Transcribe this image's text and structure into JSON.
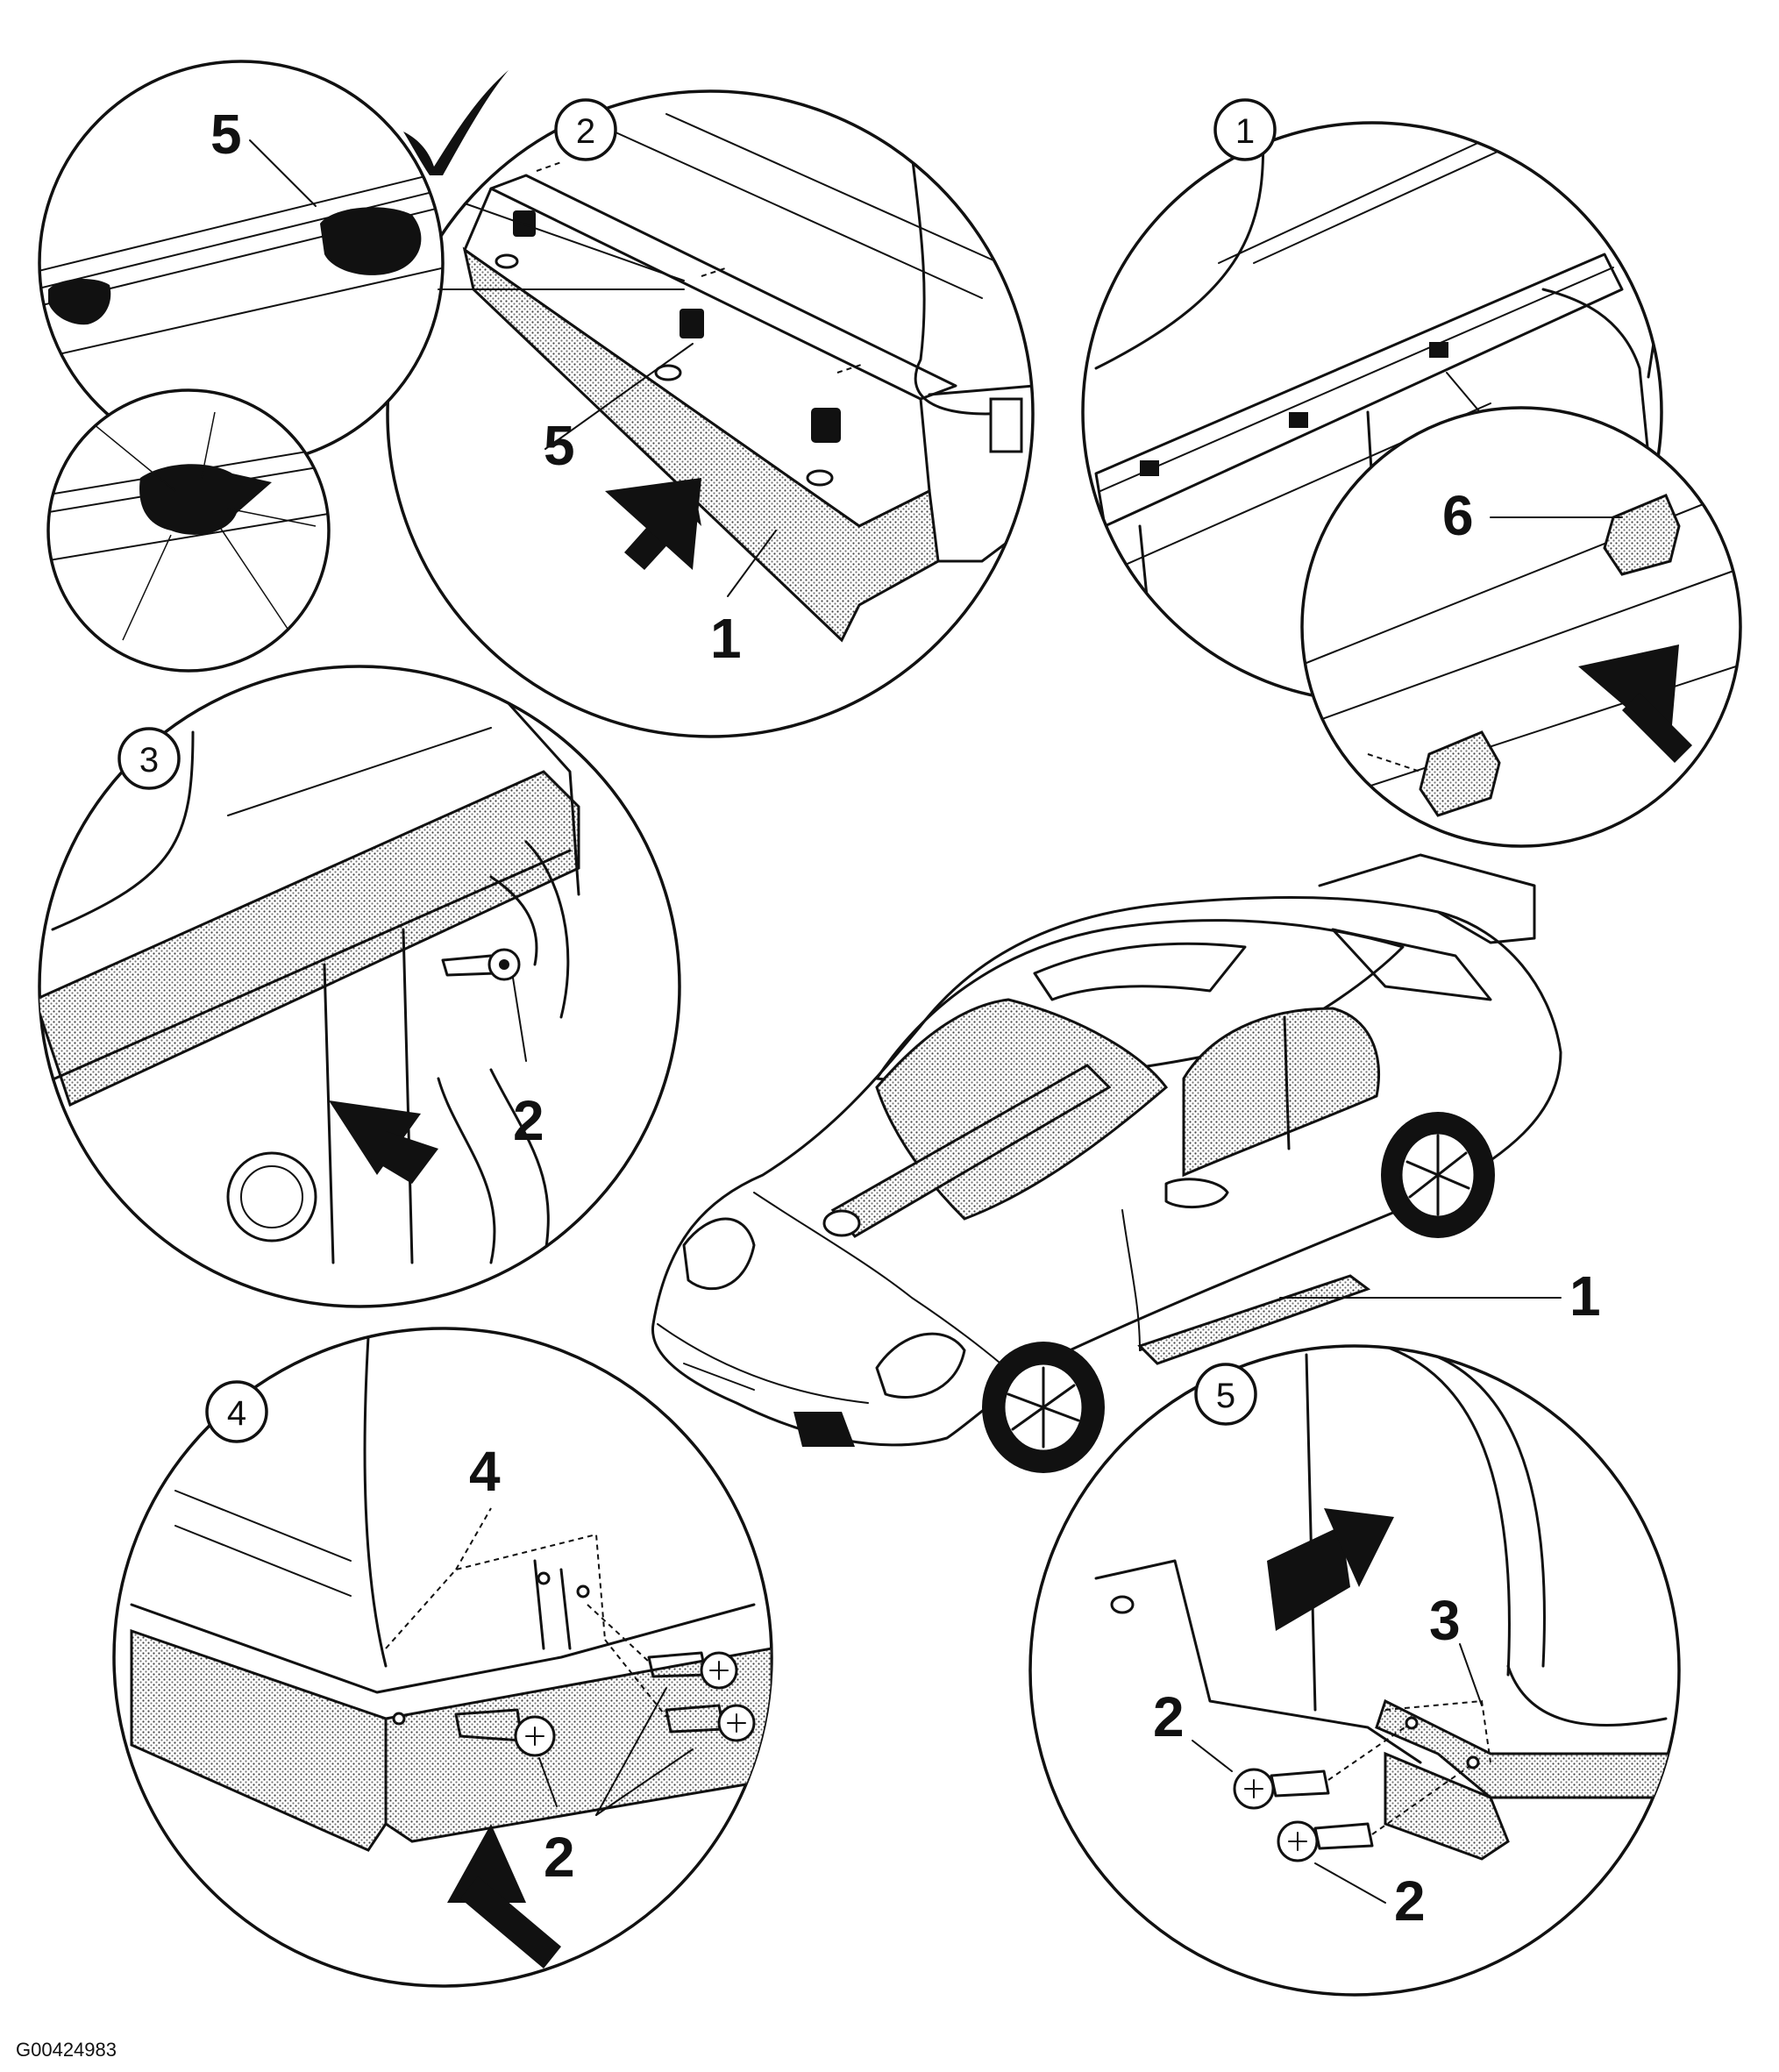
{
  "figure_id": "G00424983",
  "callouts": {
    "d2_part5_top": "5",
    "d2_part5_mid": "5",
    "d2_part1": "1",
    "d1_part6": "6",
    "d3_part2": "2",
    "car_part1": "1",
    "d4_part4": "4",
    "d4_part2": "2",
    "d5_part3": "3",
    "d5_part2_a": "2",
    "d5_part2_b": "2"
  },
  "steps": {
    "s1": "1",
    "s2": "2",
    "s3": "3",
    "s4": "4",
    "s5": "5"
  },
  "icons": [
    "check-mark-icon",
    "push-arrow-icon",
    "screw-icon",
    "clip-icon"
  ]
}
